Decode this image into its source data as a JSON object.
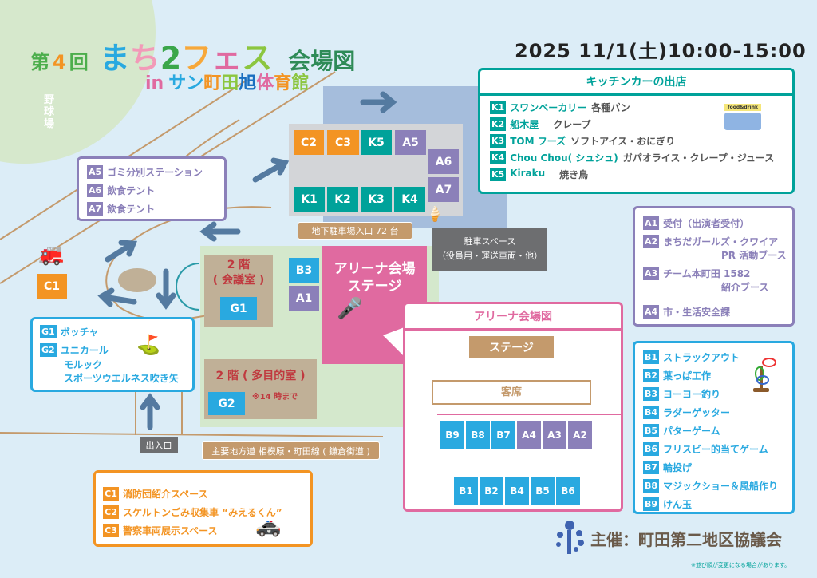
{
  "title": {
    "prefix_dai": "第",
    "prefix_num": "4",
    "prefix_kai": "回",
    "main": [
      "ま",
      "ち",
      "2",
      "フ",
      "ェ",
      "ス"
    ],
    "suffix": "会場図",
    "in": "in",
    "venue": [
      "サ",
      "ン",
      "町",
      "田",
      "旭",
      "体",
      "育",
      "館"
    ]
  },
  "date": "2025 11/1(土)10:00-15:00",
  "baseball": "野球場",
  "colors": {
    "teal": "#00a29a",
    "purple": "#8b80b9",
    "blue": "#29a9e0",
    "orange": "#f39423",
    "pink": "#e06aa0",
    "tan": "#c49a6c"
  },
  "kitchen": {
    "title": "キッチンカーの出店",
    "truck_sign": "food&drink",
    "items": [
      {
        "code": "K1",
        "name": "スワンベーカリー",
        "menu": "各種パン"
      },
      {
        "code": "K2",
        "name": "船木屋",
        "menu": "クレープ"
      },
      {
        "code": "K3",
        "name": "TOM フーズ",
        "menu": "ソフトアイス・おにぎり"
      },
      {
        "code": "K4",
        "name": "Chou Chou( シュシュ)",
        "menu": "ガパオライス・クレープ・ジュース"
      },
      {
        "code": "K5",
        "name": "Kiraku",
        "menu": "焼き鳥"
      }
    ]
  },
  "a_legend": [
    {
      "code": "A1",
      "lines": [
        "受付（出演者受付）"
      ]
    },
    {
      "code": "A2",
      "lines": [
        "まちだガールズ・クワイア",
        "PR 活動ブース"
      ]
    },
    {
      "code": "A3",
      "lines": [
        "チーム本町田 1582",
        "紹介ブース"
      ]
    },
    {
      "code": "A4",
      "lines": [
        "市・生活安全課"
      ]
    }
  ],
  "a_legend2": [
    {
      "code": "A5",
      "label": "ゴミ分別ステーション"
    },
    {
      "code": "A6",
      "label": "飲食テント"
    },
    {
      "code": "A7",
      "label": "飲食テント"
    }
  ],
  "b_legend": [
    {
      "code": "B1",
      "label": "ストラックアウト"
    },
    {
      "code": "B2",
      "label": "葉っぱ工作"
    },
    {
      "code": "B3",
      "label": "ヨーヨー釣り"
    },
    {
      "code": "B4",
      "label": "ラダーゲッター"
    },
    {
      "code": "B5",
      "label": "パターゲーム"
    },
    {
      "code": "B6",
      "label": "フリスビー的当てゲーム"
    },
    {
      "code": "B7",
      "label": "輪投げ"
    },
    {
      "code": "B8",
      "label": "マジックショー＆風船作り"
    },
    {
      "code": "B9",
      "label": "けん玉"
    }
  ],
  "g_legend": [
    {
      "code": "G1",
      "lines": [
        "ボッチャ"
      ]
    },
    {
      "code": "G2",
      "lines": [
        "ユニカール",
        "モルック",
        "スポーツウエルネス吹き矢"
      ]
    }
  ],
  "c_legend": [
    {
      "code": "C1",
      "label": "消防団紹介スペース"
    },
    {
      "code": "C2",
      "label": "スケルトンごみ収集車 “みえるくん”"
    },
    {
      "code": "C3",
      "label": "警察車両展示スペース"
    }
  ],
  "map": {
    "top_row": [
      {
        "code": "C2",
        "c": "orange"
      },
      {
        "code": "C3",
        "c": "orange"
      },
      {
        "code": "K5",
        "c": "teal"
      },
      {
        "code": "A5",
        "c": "purple"
      }
    ],
    "bottom_row": [
      "K1",
      "K2",
      "K3",
      "K4"
    ],
    "side": [
      "A6",
      "A7"
    ],
    "parking_entrance": "地下駐車場入口 72 台",
    "parking_space": [
      "駐車スペース",
      "（役員用・運送車両・他）"
    ],
    "room1": [
      "2 階",
      "( 会議室 )"
    ],
    "g1": "G1",
    "room2": "2 階 ( 多目的室 )",
    "room2_note": "※14 時まで",
    "g2": "G2",
    "b3": "B3",
    "a1": "A1",
    "stage": [
      "アリーナ会場",
      "ステージ"
    ],
    "c1": "C1",
    "entrance": "出入口",
    "road": "主要地方道 相模原・町田線 ( 鎌倉街道 )"
  },
  "arena": {
    "title": "アリーナ会場図",
    "stage": "ステージ",
    "seats": "客席",
    "row1": [
      {
        "code": "B9",
        "c": "blue"
      },
      {
        "code": "B8",
        "c": "blue"
      },
      {
        "code": "B7",
        "c": "blue"
      },
      {
        "code": "A4",
        "c": "purple"
      },
      {
        "code": "A3",
        "c": "purple"
      },
      {
        "code": "A2",
        "c": "purple"
      }
    ],
    "row2": [
      "B1",
      "B2",
      "B4",
      "B5",
      "B6"
    ]
  },
  "organizer": "主催：町田第二地区協議会",
  "footnote": "※並び順が変更になる場合があります。"
}
